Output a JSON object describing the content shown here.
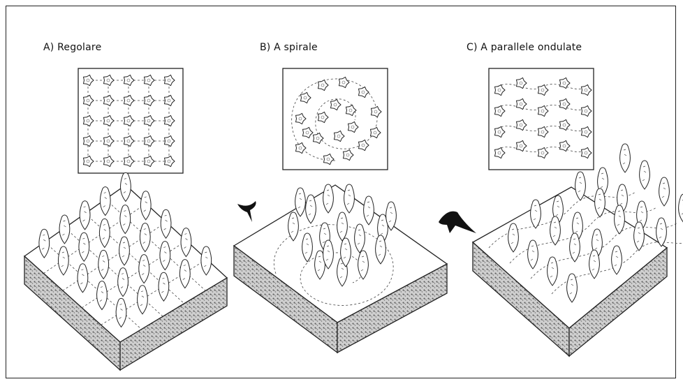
{
  "panels": [
    {
      "id": "a",
      "title": "A) Regolare",
      "pattern": "grid"
    },
    {
      "id": "b",
      "title": "B) A spirale",
      "pattern": "spiral"
    },
    {
      "id": "c",
      "title": "C) A parallele ondulate",
      "pattern": "wavy-rows"
    }
  ],
  "colors": {
    "ink": "#222222",
    "soil": "#6a6a6a",
    "bird": "#111111",
    "paper": "#ffffff"
  },
  "icons": [
    "bird-icon",
    "tree-icon",
    "shrub-icon"
  ]
}
